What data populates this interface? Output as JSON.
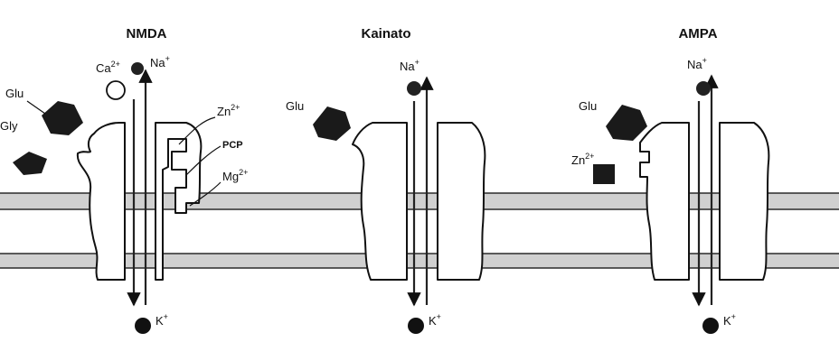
{
  "panels": [
    {
      "title": "NMDA",
      "ions_top": [
        {
          "base": "Ca",
          "sup": "2+"
        },
        {
          "base": "Na",
          "sup": "+"
        }
      ],
      "ligands": [
        {
          "text": "Glu"
        },
        {
          "text": "Gly"
        }
      ],
      "blockers": [
        {
          "base": "Zn",
          "sup": "2+"
        },
        {
          "base": "PCP",
          "sup": ""
        },
        {
          "base": "Mg",
          "sup": "2+"
        }
      ],
      "ion_bottom": {
        "base": "K",
        "sup": "+"
      }
    },
    {
      "title": "Kainato",
      "ions_top": [
        {
          "base": "Na",
          "sup": "+"
        }
      ],
      "ligands": [
        {
          "text": "Glu"
        }
      ],
      "blockers": [],
      "ion_bottom": {
        "base": "K",
        "sup": "+"
      }
    },
    {
      "title": "AMPA",
      "ions_top": [
        {
          "base": "Na",
          "sup": "+"
        }
      ],
      "ligands": [
        {
          "text": "Glu"
        }
      ],
      "blockers": [
        {
          "base": "Zn",
          "sup": "2+"
        }
      ],
      "ion_bottom": {
        "base": "K",
        "sup": "+"
      }
    }
  ],
  "colors": {
    "membrane": "#d0d0d0",
    "ink": "#111111",
    "background": "#ffffff"
  }
}
